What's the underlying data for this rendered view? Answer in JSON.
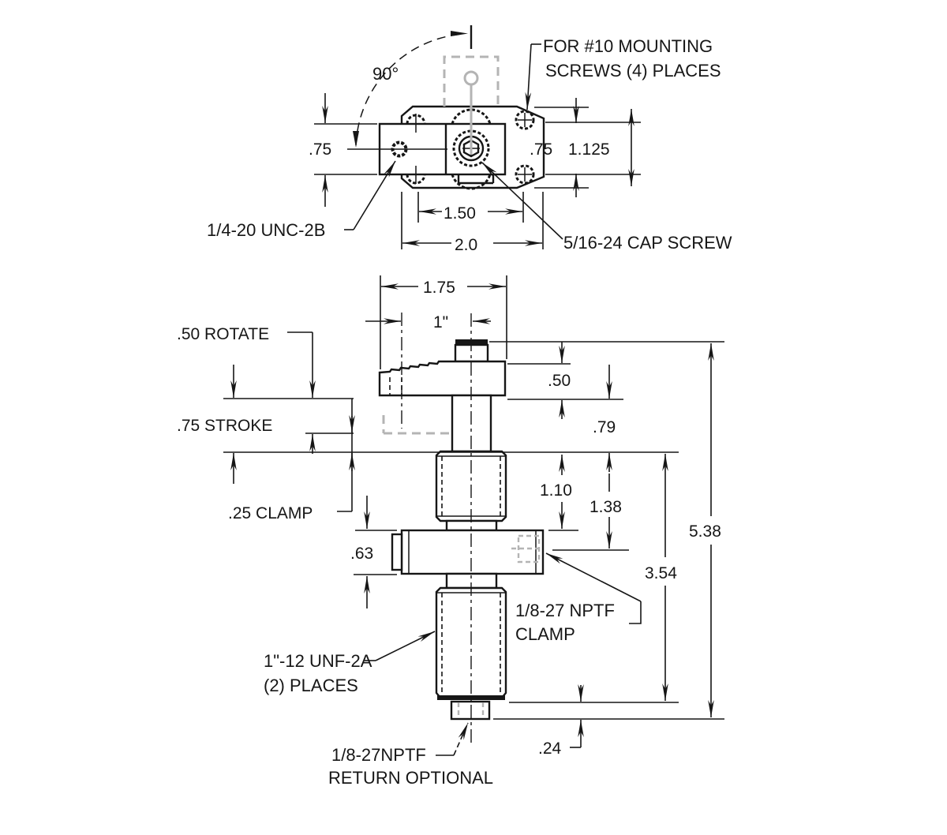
{
  "title": "Swing clamp cylinder dimension drawing",
  "colors": {
    "line": "#161616",
    "gray": "#b4b4b4",
    "background": "#ffffff"
  },
  "top_view": {
    "angle_label": "90°",
    "mounting_note_line1": "FOR #10 MOUNTING",
    "mounting_note_line2": "SCREWS (4) PLACES",
    "arm_width": ".75",
    "hole_offset": ".75",
    "flange_height": "1.125",
    "hole_spacing": "1.50",
    "flange_width": "2.0",
    "tap_note": "1/4-20 UNC-2B",
    "cap_screw_note": "5/16-24 CAP SCREW"
  },
  "front_view": {
    "arm_length": "1.75",
    "reach": "1\"",
    "rotate_note": ".50 ROTATE",
    "hub_height": ".50",
    "clearance": ".79",
    "stroke_note": ".75 STROKE",
    "body_top": "1.10",
    "port_depth": "1.38",
    "clamp_note": ".25 CLAMP",
    "flange_thickness": ".63",
    "overall_length": "5.38",
    "body_length": "3.54",
    "thread_note_line1": "1\"-12 UNF-2A",
    "thread_note_line2": "(2) PLACES",
    "clamp_port_line1": "1/8-27 NPTF",
    "clamp_port_line2": "CLAMP",
    "return_port_line1": "1/8-27NPTF",
    "return_port_line2": "RETURN OPTIONAL",
    "base_offset": ".24"
  }
}
